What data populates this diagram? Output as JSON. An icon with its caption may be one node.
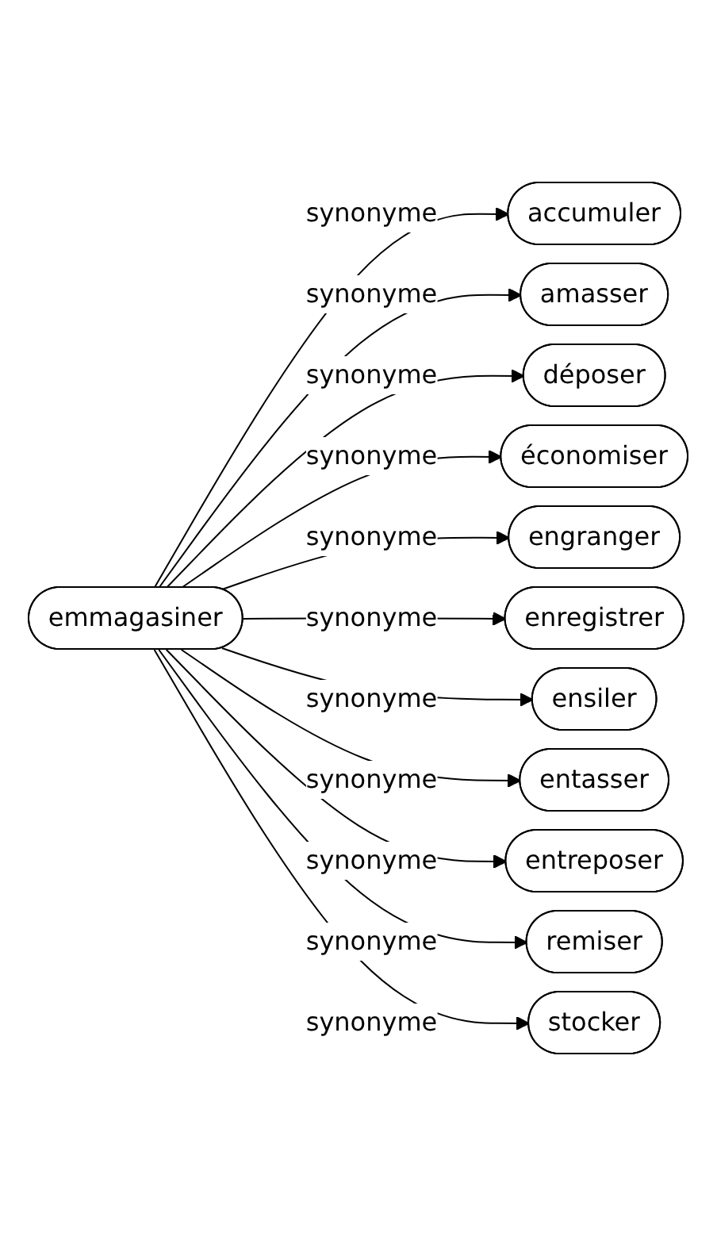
{
  "diagram": {
    "nodes": [
      {
        "text": [
          "emmagasiner"
        ]
      },
      {
        "text": [
          "accumuler"
        ]
      },
      {
        "text": [
          "amasser"
        ]
      },
      {
        "text": [
          "déposer"
        ]
      },
      {
        "text": [
          "économiser"
        ]
      },
      {
        "text": [
          "engranger"
        ]
      },
      {
        "text": [
          "enregistrer"
        ]
      },
      {
        "text": [
          "ensiler"
        ]
      },
      {
        "text": [
          "entasser"
        ]
      },
      {
        "text": [
          "entreposer"
        ]
      },
      {
        "text": [
          "remiser"
        ]
      },
      {
        "text": [
          "stocker"
        ]
      }
    ],
    "edges": [
      {
        "from": 0,
        "to": 1,
        "arrow": "to",
        "label": "synonyme"
      },
      {
        "from": 0,
        "to": 2,
        "arrow": "to",
        "label": "synonyme"
      },
      {
        "from": 0,
        "to": 3,
        "arrow": "to",
        "label": "synonyme"
      },
      {
        "from": 0,
        "to": 4,
        "arrow": "to",
        "label": "synonyme"
      },
      {
        "from": 0,
        "to": 5,
        "arrow": "to",
        "label": "synonyme"
      },
      {
        "from": 0,
        "to": 6,
        "arrow": "to",
        "label": "synonyme"
      },
      {
        "from": 0,
        "to": 7,
        "arrow": "to",
        "label": "synonyme"
      },
      {
        "from": 0,
        "to": 8,
        "arrow": "to",
        "label": "synonyme"
      },
      {
        "from": 0,
        "to": 9,
        "arrow": "to",
        "label": "synonyme"
      },
      {
        "from": 0,
        "to": 10,
        "arrow": "to",
        "label": "synonyme"
      },
      {
        "from": 0,
        "to": 11,
        "arrow": "to",
        "label": "synonyme"
      }
    ]
  }
}
